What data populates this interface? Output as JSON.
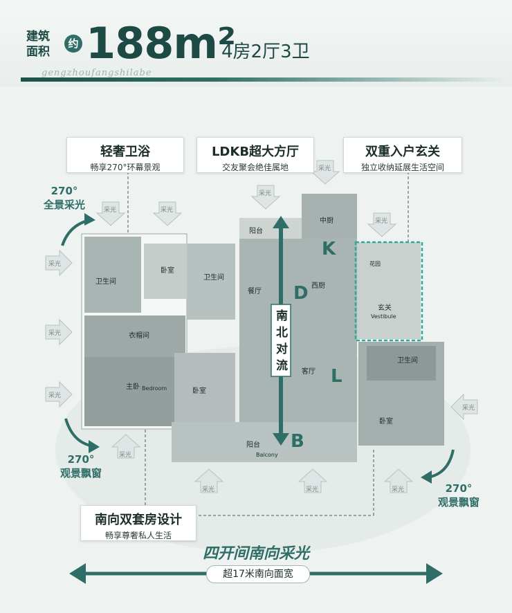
{
  "header": {
    "area_label_line1": "建筑",
    "area_label_line2": "面积",
    "approx": "约",
    "area_value": "188m²",
    "rooms": "4房2厅3卫",
    "script_watermark": "gengzhoufangshilabe"
  },
  "callouts": {
    "bath": {
      "title": "轻奢卫浴",
      "subtitle": "畅享270°环幕景观"
    },
    "living": {
      "title": "LDKB超大方厅",
      "subtitle": "交友聚会绝佳属地"
    },
    "entry": {
      "title": "双重入户玄关",
      "subtitle": "独立收纳延展生活空间"
    },
    "south": {
      "title": "南向双套房设计",
      "subtitle": "畅享尊奢私人生活"
    }
  },
  "side_notes": {
    "full_light": {
      "line1": "270°",
      "line2": "全景采光"
    },
    "bay_left": {
      "line1": "270°",
      "line2": "观景飘窗"
    },
    "bay_right": {
      "line1": "270°",
      "line2": "观景飘窗"
    }
  },
  "rooms": {
    "bath_master": "卫生间",
    "bedroom_top": "卧室",
    "bath_mid": "卫生间",
    "balcony_top": "阳台",
    "chinese_kitchen": "中厨",
    "western_kitchen": "西厨",
    "dining": "餐厅",
    "living": "客厅",
    "cloakroom": "衣帽间",
    "master_bedroom": "主卧",
    "master_bedroom_en": "Bedroom",
    "bedroom_mid": "卧室",
    "balcony_bottom": "阳台",
    "balcony_bottom_en": "Balcony",
    "foyer": "玄关",
    "foyer_en": "Vestibule",
    "entry_garden": "花园",
    "bath_right": "卫生间",
    "bedroom_right": "卧室"
  },
  "letters": {
    "k": "K",
    "d": "D",
    "l": "L",
    "b": "B"
  },
  "axis_label": [
    "南",
    "北",
    "对",
    "流"
  ],
  "light_word": "采光",
  "south_title": "四开间南向采光",
  "width_label": "超17米南向面宽",
  "colors": {
    "accent": "#2f6e66",
    "dark": "#1d4a45",
    "floor": "#a9b5b3",
    "wall": "#f5f7f6",
    "dash": "#36a897"
  }
}
